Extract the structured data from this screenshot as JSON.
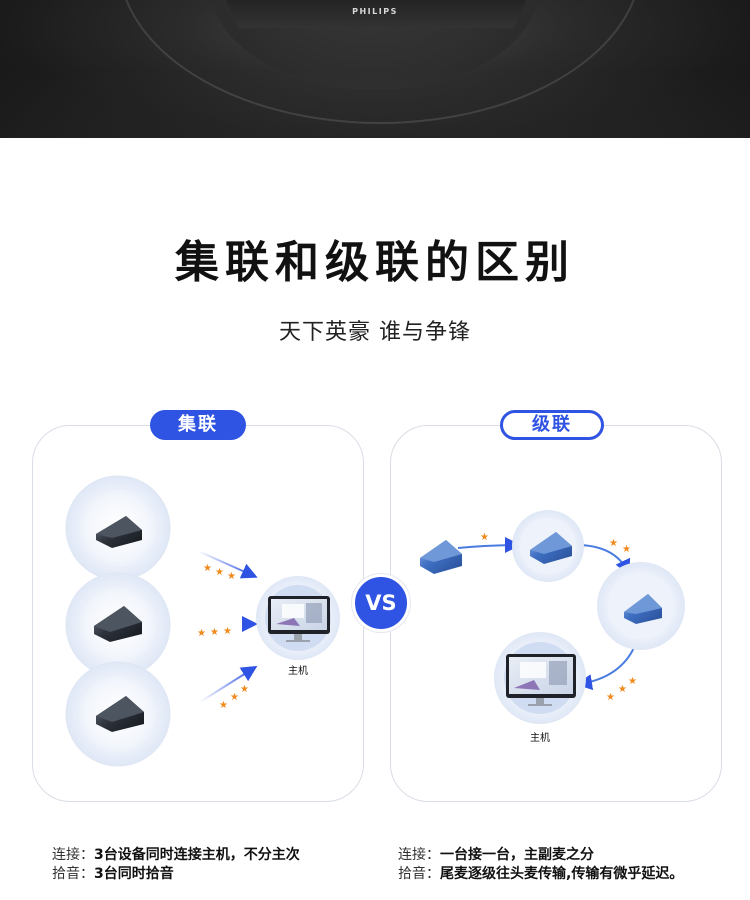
{
  "hero": {
    "brand": "PHILIPS"
  },
  "title": "集联和级联的区别",
  "subtitle": "天下英豪 谁与争锋",
  "left_panel": {
    "tag": "集联",
    "host_label": "主机"
  },
  "right_panel": {
    "tag": "级联",
    "host_label": "主机"
  },
  "vs": "VS",
  "captions": {
    "left": [
      {
        "key": "连接：",
        "value": "3台设备同时连接主机，不分主次"
      },
      {
        "key": "拾音：",
        "value": "3台同时拾音"
      }
    ],
    "right": [
      {
        "key": "连接：",
        "value": "一台接一台，主副麦之分"
      },
      {
        "key": "拾音：",
        "value": "尾麦逐级往头麦传输,传输有微乎延迟。"
      }
    ]
  },
  "colors": {
    "accent": "#2f53e2",
    "star": "#f08a1c",
    "device_blue": "#3f6fc2",
    "device_dark": "#2a2f38"
  }
}
